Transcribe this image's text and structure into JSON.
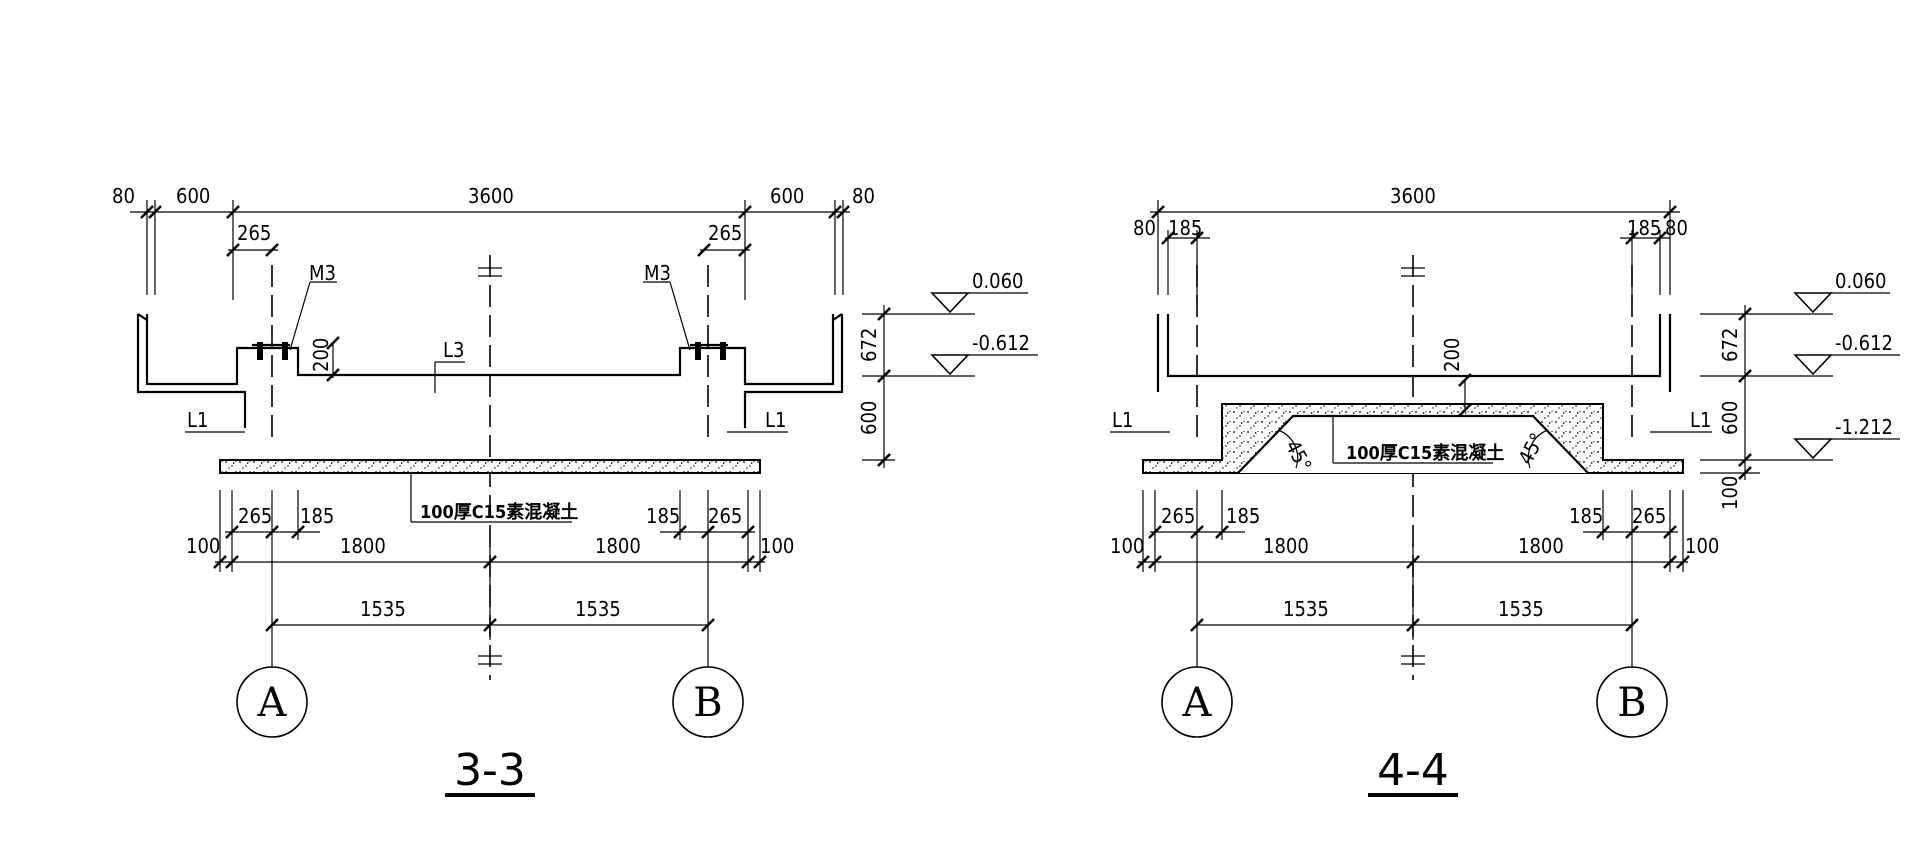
{
  "section_3_3": {
    "title": "3-3",
    "top_dims": {
      "d80_left": "80",
      "d600_left": "600",
      "d3600": "3600",
      "d600_right": "600",
      "d80_right": "80",
      "d265_left": "265",
      "d265_right": "265"
    },
    "labels": {
      "m3_left": "M3",
      "m3_right": "M3",
      "l3": "L3",
      "l1_left": "L1",
      "l1_right": "L1",
      "d200": "200"
    },
    "note": "100厚C15素混凝土",
    "bottom_dims": {
      "d100_left": "100",
      "d265_left": "265",
      "d185_left": "185",
      "d1800_left": "1800",
      "d1800_right": "1800",
      "d185_right": "185",
      "d265_right": "265",
      "d100_right": "100",
      "d1535_left": "1535",
      "d1535_right": "1535"
    },
    "elevations": {
      "e1": "0.060",
      "e2": "-0.612"
    },
    "vdims": {
      "v672": "672",
      "v600": "600"
    },
    "axes": {
      "a": "A",
      "b": "B"
    }
  },
  "section_4_4": {
    "title": "4-4",
    "top_dims": {
      "d3600": "3600",
      "d80_left": "80",
      "d185_left": "185",
      "d185_right": "185",
      "d80_right": "80"
    },
    "labels": {
      "l1_left": "L1",
      "l1_right": "L1",
      "d200": "200",
      "angle_left": "45°",
      "angle_right": "45°"
    },
    "note": "100厚C15素混凝土",
    "bottom_dims": {
      "d100_left": "100",
      "d265_left": "265",
      "d185_left": "185",
      "d1800_left": "1800",
      "d1800_right": "1800",
      "d185_right": "185",
      "d265_right": "265",
      "d100_right": "100",
      "d1535_left": "1535",
      "d1535_right": "1535"
    },
    "elevations": {
      "e1": "0.060",
      "e2": "-0.612",
      "e3": "-1.212"
    },
    "vdims": {
      "v672": "672",
      "v600": "600",
      "v100": "100"
    },
    "axes": {
      "a": "A",
      "b": "B"
    }
  }
}
